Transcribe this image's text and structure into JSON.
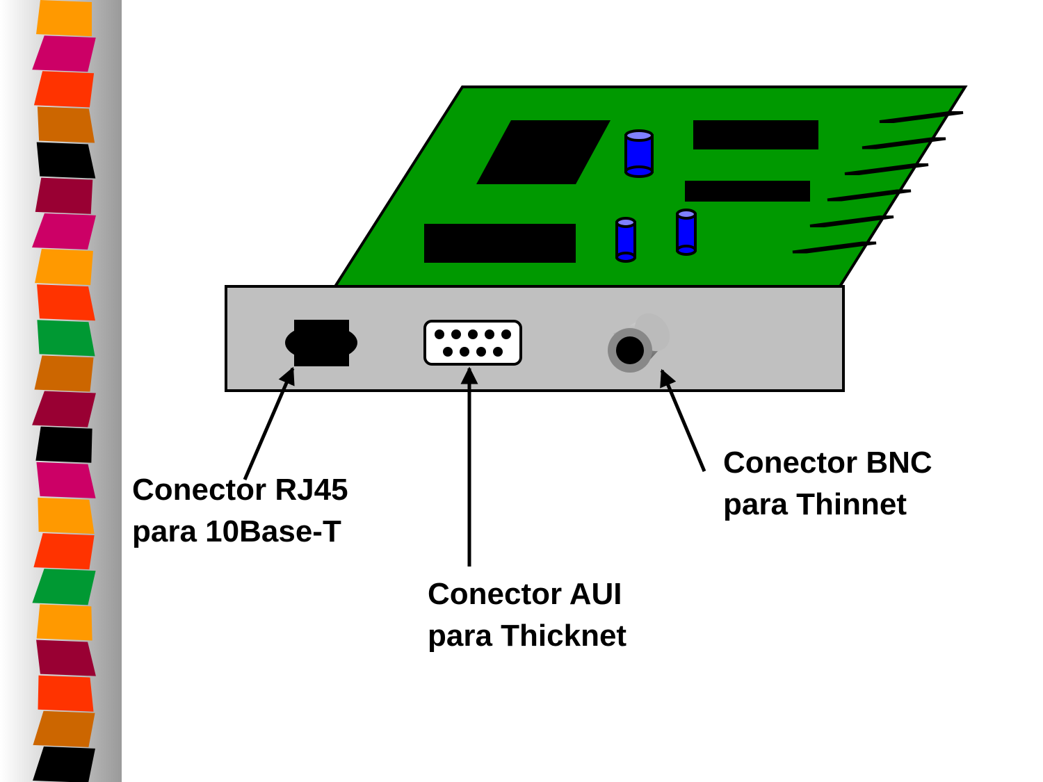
{
  "labels": {
    "rj45": {
      "line1": "Conector RJ45",
      "line2": "para 10Base-T"
    },
    "aui": {
      "line1": "Conector AUI",
      "line2": "para Thicknet"
    },
    "bnc": {
      "line1": "Conector BNC",
      "line2": "para Thinnet"
    }
  },
  "colors": {
    "board": "#009900",
    "bracket": "#c0c0c0",
    "chip": "#000000",
    "capacitor": "#0000ff",
    "contact_pins": "#ff9900",
    "stripe_palette": [
      "#ff9900",
      "#cc0066",
      "#ff3300",
      "#cc6600",
      "#000000",
      "#990033",
      "#009933"
    ]
  }
}
